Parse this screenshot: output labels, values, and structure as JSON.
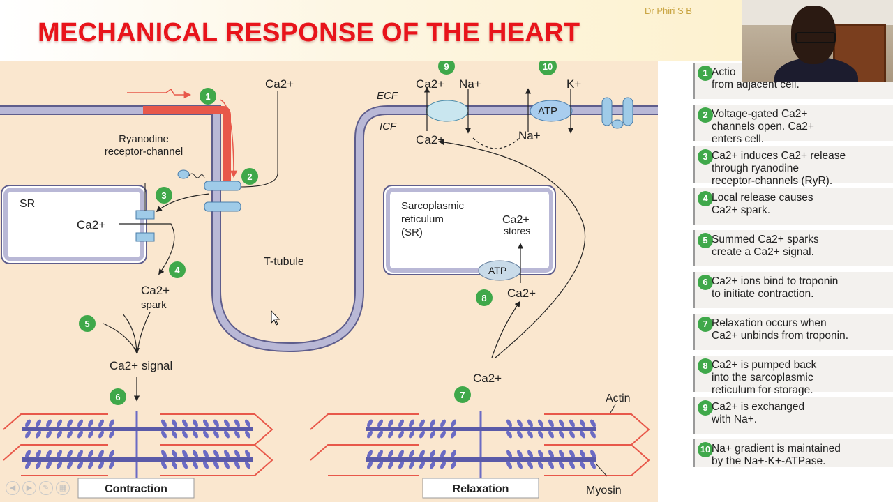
{
  "slide": {
    "title": "MECHANICAL RESPONSE OF THE HEART",
    "author": "Dr Phiri S B"
  },
  "diagram": {
    "labels": {
      "ryanodine": [
        "Ryanodine",
        "receptor-channel"
      ],
      "sr": "SR",
      "ca_sr": "Ca2+",
      "ca_ttop": "Ca2+",
      "ca_spark": [
        "Ca2+",
        "spark"
      ],
      "ca_signal": "Ca2+ signal",
      "t_tubule": "T-tubule",
      "ecf": "ECF",
      "icf": "ICF",
      "ca_top": "Ca2+",
      "na_top": "Na+",
      "atp_pump": "ATP",
      "k_top": "K+",
      "ca_in": "Ca2+",
      "na_in": "Na+",
      "sarcoplasmic": [
        "Sarcoplasmic",
        "reticulum",
        "(SR)"
      ],
      "ca_stores": [
        "Ca2+",
        "stores"
      ],
      "atp_sr": "ATP",
      "ca_pump": "Ca2+",
      "ca_released": "Ca2+",
      "actin": "Actin",
      "myosin": "Myosin",
      "contraction": "Contraction",
      "relaxation": "Relaxation"
    },
    "markers": [
      "1",
      "2",
      "3",
      "4",
      "5",
      "6",
      "7",
      "8",
      "9",
      "10"
    ]
  },
  "steps": [
    {
      "num": "1",
      "text": "Actio\nfrom adjacent cell."
    },
    {
      "num": "2",
      "text": "Voltage-gated Ca2+\nchannels open. Ca2+\nenters cell."
    },
    {
      "num": "3",
      "text": "Ca2+ induces Ca2+ release\nthrough ryanodine\nreceptor-channels (RyR)."
    },
    {
      "num": "4",
      "text": "Local release causes\nCa2+ spark."
    },
    {
      "num": "5",
      "text": "Summed Ca2+ sparks\ncreate a Ca2+ signal."
    },
    {
      "num": "6",
      "text": "Ca2+ ions bind to troponin\nto initiate contraction."
    },
    {
      "num": "7",
      "text": "Relaxation occurs when\nCa2+ unbinds from troponin."
    },
    {
      "num": "8",
      "text": "Ca2+ is pumped back\ninto the sarcoplasmic\nreticulum for storage."
    },
    {
      "num": "9",
      "text": "Ca2+ is exchanged\nwith Na+."
    },
    {
      "num": "10",
      "text": "Na+ gradient is maintained\nby the Na+-K+-ATPase."
    }
  ],
  "colors": {
    "title": "#e8141b",
    "marker": "#3fa84a",
    "membrane": "#b9b8d6",
    "action_potential": "#e8584a",
    "channel": "#9fcbe8"
  }
}
